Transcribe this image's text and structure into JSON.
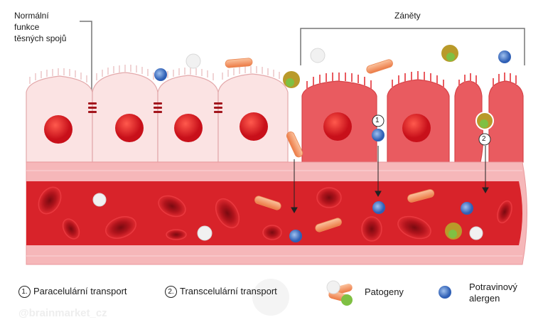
{
  "labels": {
    "normal": [
      "Normální",
      "funkce",
      "těsných spojů"
    ],
    "inflammation": "Záněty",
    "marker_1": "1",
    "marker_2": "2"
  },
  "legend": [
    {
      "number": "1.",
      "label": "Paracelulární transport"
    },
    {
      "number": "2.",
      "label": "Transcelulární transport"
    },
    {
      "label": "Patogeny"
    },
    {
      "label": [
        "Potravinový",
        "alergen"
      ]
    }
  ],
  "watermark": "@brainmarket_cz",
  "colors": {
    "normal_cell": "#f9dcdc",
    "inflamed_cell": "#e85a5e",
    "nucleus": "#d9141b",
    "vessel": "#d8232a",
    "vessel_wall": "#f6b7b9",
    "allergen": "#3a6fc4",
    "pathogen_pill": "#f4935e",
    "pathogen_green": "#77b83f"
  }
}
